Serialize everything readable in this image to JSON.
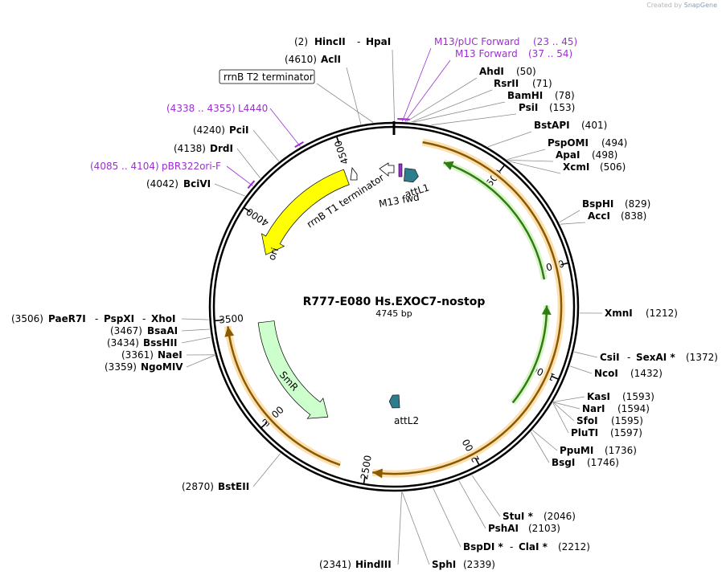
{
  "brand": {
    "created_by": "Created by",
    "app": "SnapGene"
  },
  "plasmid": {
    "name": "R777-E080 Hs.EXOC7-nostop",
    "length_label": "4745 bp",
    "length": 4745
  },
  "colors": {
    "backbone": "#000000",
    "primer": "#9b30d0",
    "orange_feature": "#f5a623",
    "green_feature": "#4caf28",
    "ori": "#ffff00",
    "smr": "#ccffcc",
    "att": "#2e7d8f"
  },
  "ticks": [
    "500",
    "1000",
    "1500",
    "2000",
    "2500",
    "3000",
    "3500",
    "4000",
    "4500"
  ],
  "sites": [
    {
      "name": "HincII",
      "pos": "(2)",
      "partner": "HpaI"
    },
    {
      "name": "AclI",
      "pos": "(4610)"
    },
    {
      "name": "AhdI",
      "pos": "(50)"
    },
    {
      "name": "RsrII",
      "pos": "(71)"
    },
    {
      "name": "BamHI",
      "pos": "(78)"
    },
    {
      "name": "PsiI",
      "pos": "(153)"
    },
    {
      "name": "BstAPI",
      "pos": "(401)"
    },
    {
      "name": "PspOMI",
      "pos": "(494)"
    },
    {
      "name": "ApaI",
      "pos": "(498)"
    },
    {
      "name": "XcmI",
      "pos": "(506)"
    },
    {
      "name": "BspHI",
      "pos": "(829)"
    },
    {
      "name": "AccI",
      "pos": "(838)"
    },
    {
      "name": "XmnI",
      "pos": "(1212)"
    },
    {
      "name": "CsiI",
      "pos": "(1372)",
      "partner": "SexAI *"
    },
    {
      "name": "NcoI",
      "pos": "(1432)"
    },
    {
      "name": "KasI",
      "pos": "(1593)"
    },
    {
      "name": "NarI",
      "pos": "(1594)"
    },
    {
      "name": "SfoI",
      "pos": "(1595)"
    },
    {
      "name": "PluTI",
      "pos": "(1597)"
    },
    {
      "name": "PpuMI",
      "pos": "(1736)"
    },
    {
      "name": "BsgI",
      "pos": "(1746)"
    },
    {
      "name": "StuI *",
      "pos": "(2046)"
    },
    {
      "name": "PshAI",
      "pos": "(2103)"
    },
    {
      "name": "BspDI *",
      "pos": "(2212)",
      "partner": "ClaI *"
    },
    {
      "name": "SphI",
      "pos": "(2339)"
    },
    {
      "name": "HindIII",
      "pos": "(2341)"
    },
    {
      "name": "BstEII",
      "pos": "(2870)"
    },
    {
      "name": "PaeR7I",
      "pos": "(3506)",
      "partner": "PspXI",
      "partner2": "XhoI"
    },
    {
      "name": "BsaAI",
      "pos": "(3467)"
    },
    {
      "name": "BssHII",
      "pos": "(3434)"
    },
    {
      "name": "NaeI",
      "pos": "(3361)"
    },
    {
      "name": "NgoMIV",
      "pos": "(3359)"
    },
    {
      "name": "BciVI",
      "pos": "(4042)"
    },
    {
      "name": "DrdI",
      "pos": "(4138)"
    },
    {
      "name": "PciI",
      "pos": "(4240)"
    }
  ],
  "primers": [
    {
      "name": "M13/pUC Forward",
      "range": "(23 .. 45)"
    },
    {
      "name": "M13 Forward",
      "range": "(37 .. 54)"
    },
    {
      "name": "L4440",
      "range": "(4338 .. 4355)"
    },
    {
      "name": "pBR322ori-F",
      "range": "(4085 .. 4104)"
    }
  ],
  "features": [
    {
      "name": "rrnB T2 terminator"
    },
    {
      "name": "rrnB T1 terminator"
    },
    {
      "name": "attL1"
    },
    {
      "name": "M13 fwd"
    },
    {
      "name": "ori"
    },
    {
      "name": "SmR"
    },
    {
      "name": "attL2"
    }
  ]
}
